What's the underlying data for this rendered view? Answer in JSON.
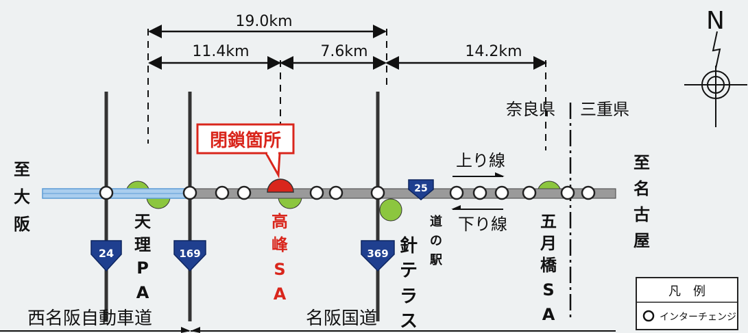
{
  "distances": {
    "total": "19.0km",
    "seg1": "11.4km",
    "seg2": "7.6km",
    "seg3": "14.2km"
  },
  "prefectures": {
    "left": "奈良県",
    "right": "三重県"
  },
  "directions": {
    "west": [
      "至",
      "大",
      "阪"
    ],
    "east": [
      "至",
      "名",
      "古",
      "屋"
    ]
  },
  "closure_label": "閉鎖箇所",
  "lanes": {
    "up": "上り線",
    "down": "下り線"
  },
  "routes": {
    "r24": "24",
    "r169": "169",
    "r369": "369",
    "r25": "25"
  },
  "places": {
    "tenri_pa": [
      "天",
      "理",
      "P",
      "A"
    ],
    "takamine_sa": [
      "高",
      "峰",
      "S",
      "A"
    ],
    "michi_no_eki": [
      "道",
      "の",
      "駅"
    ],
    "hari_terrace": [
      "針",
      "テ",
      "ラ",
      "ス"
    ],
    "satsukibashi_sa": [
      "五",
      "月",
      "橋",
      "S",
      "A"
    ]
  },
  "roads": {
    "nishi_meihan": "西名阪自動車道",
    "meihan": "名阪国道"
  },
  "compass": {
    "north": "N"
  },
  "legend": {
    "title": "凡　例",
    "interchange": "インターチェンジ"
  },
  "colors": {
    "road": "#9a9a9a",
    "blue_road": "#5b9bd5",
    "sa_green": "#8cc63f",
    "closed_red": "#d9261c",
    "route_shield": "#1f3f8f",
    "background": "#eef1f2"
  }
}
